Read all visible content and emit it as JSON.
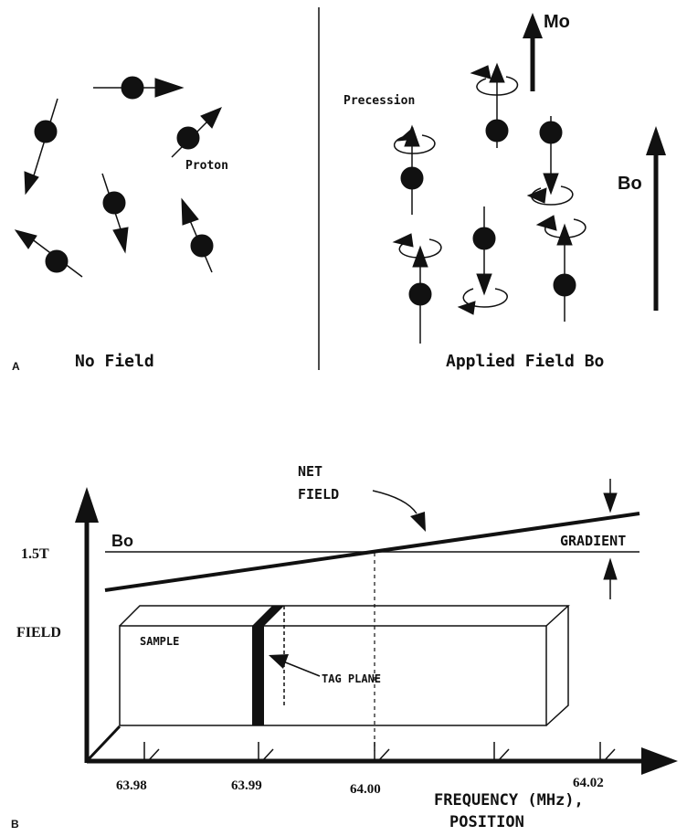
{
  "panel_a": {
    "label": "A",
    "left_caption": "No Field",
    "right_caption": "Applied Field Bo",
    "proton_label": "Proton",
    "precession_label": "Precession",
    "mo_label": "Mo",
    "bo_label": "Bo"
  },
  "panel_b": {
    "label": "B",
    "net_field_line1": "NET",
    "net_field_line2": "FIELD",
    "bo_label": "Bo",
    "gradient_label": "GRADIENT",
    "y_value_label": "1.5T",
    "y_axis_label": "FIELD",
    "sample_label": "SAMPLE",
    "tag_plane_label": "TAG PLANE",
    "x_axis_label_line1": "FREQUENCY (MHz),",
    "x_axis_label_line2": "POSITION",
    "tick_labels": [
      "63.98",
      "63.99",
      "64.00",
      "64.02"
    ]
  },
  "colors": {
    "ink": "#111111",
    "background": "#ffffff"
  }
}
